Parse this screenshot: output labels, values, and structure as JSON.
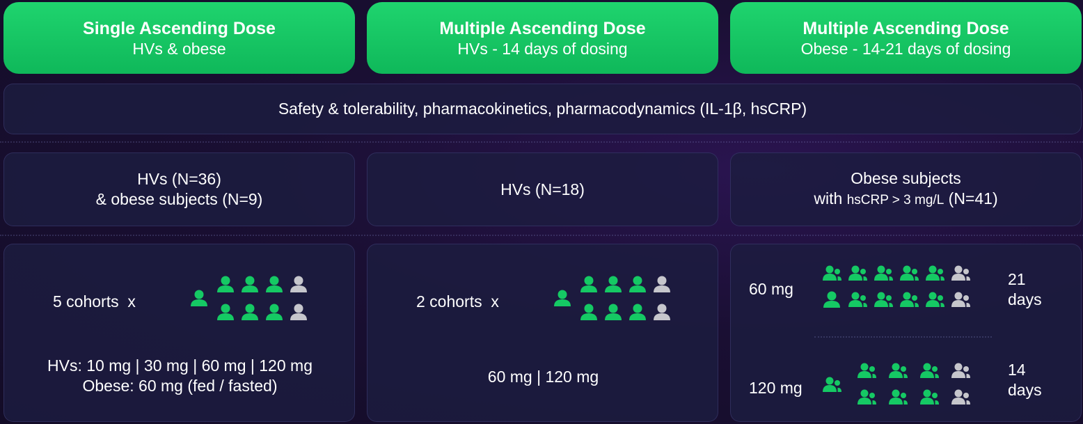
{
  "colors": {
    "green": "#15c964",
    "grey": "#c6c6cc",
    "panel": "#1c1c40"
  },
  "arms": [
    {
      "title": "Single Ascending Dose",
      "subtitle": "HVs & obese"
    },
    {
      "title": "Multiple Ascending Dose",
      "subtitle": "HVs - 14 days of dosing"
    },
    {
      "title": "Multiple Ascending Dose",
      "subtitle": "Obese - 14-21 days of dosing"
    }
  ],
  "endpoints": "Safety & tolerability, pharmacokinetics, pharmacodynamics (IL-1β, hsCRP)",
  "populations": {
    "sad_line1": "HVs (N=36)",
    "sad_line2": "& obese subjects (N=9)",
    "mad_hv": "HVs (N=18)",
    "mad_obese_line1": "Obese subjects",
    "mad_obese_line2_prefix": "with ",
    "mad_obese_line2_small": "hsCRP > 3 mg/L",
    "mad_obese_line2_suffix": " (N=41)"
  },
  "sad": {
    "cohorts": "5 cohorts  x",
    "doses_line1": "HVs: 10 mg | 30 mg | 60 mg | 120 mg",
    "doses_line2": "Obese: 60 mg (fed / fasted)",
    "icons": {
      "active": 7,
      "placebo": 2
    }
  },
  "mad_hv": {
    "cohorts": "2 cohorts  x",
    "doses": "60 mg | 120 mg",
    "icons": {
      "active": 7,
      "placebo": 2
    }
  },
  "mad_obese": {
    "row1": {
      "dose": "60 mg",
      "duration_line1": "21",
      "duration_line2": "days",
      "icons": {
        "active": 10,
        "placebo": 2
      }
    },
    "row2": {
      "dose": "120 mg",
      "duration_line1": "14",
      "duration_line2": "days",
      "icons": {
        "active": 7,
        "placebo": 2
      }
    }
  }
}
